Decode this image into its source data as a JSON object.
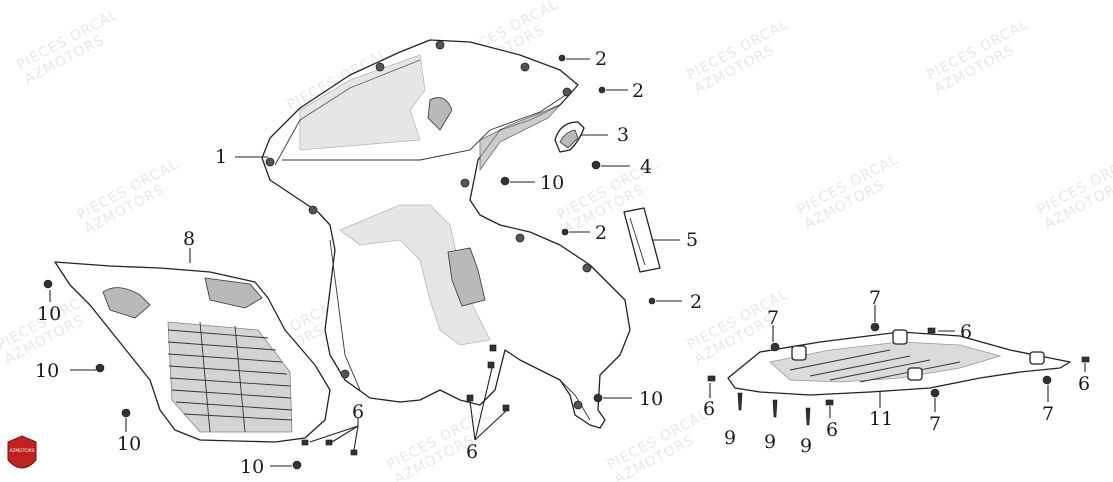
{
  "watermark": {
    "line1": "PIECES ORCAL",
    "line2": "AZMOTORS"
  },
  "logo": {
    "text": "AZMOTORS",
    "color": "#c0201f"
  },
  "callouts": {
    "c1": "1",
    "c2a": "2",
    "c2b": "2",
    "c2c": "2",
    "c2d": "2",
    "c3": "3",
    "c4": "4",
    "c5": "5",
    "c6a": "6",
    "c6b": "6",
    "c6c": "6",
    "c6d": "6",
    "c6e": "6",
    "c6f": "6",
    "c7a": "7",
    "c7b": "7",
    "c7c": "7",
    "c7d": "7",
    "c8": "8",
    "c9a": "9",
    "c9b": "9",
    "c9c": "9",
    "c10a": "10",
    "c10b": "10",
    "c10c": "10",
    "c10d": "10",
    "c10e": "10",
    "c10f": "10",
    "c11": "11"
  }
}
